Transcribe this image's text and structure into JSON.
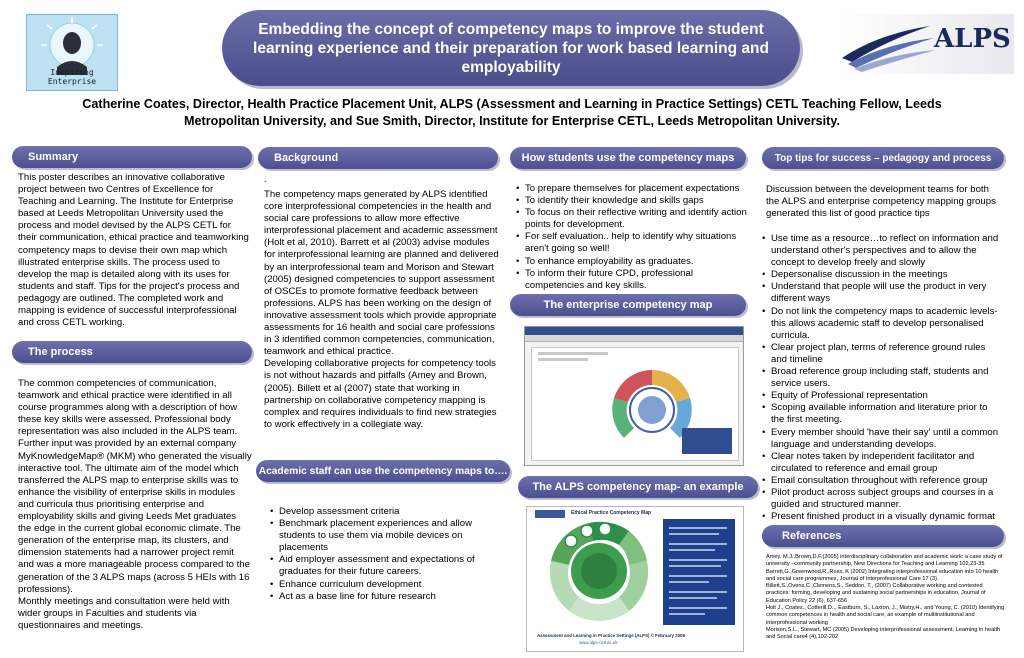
{
  "header": {
    "logo_caption": "Inspiring Enterprise",
    "title": "Embedding the concept of competency maps to improve the student learning experience and their preparation for work based learning and employability",
    "alps_logo_text": "ALPS",
    "authors": "Catherine Coates, Director, Health Practice Placement Unit, ALPS (Assessment and Learning in Practice Settings) CETL Teaching Fellow, Leeds Metropolitan University, and Sue Smith, Director, Institute for Enterprise CETL, Leeds Metropolitan University."
  },
  "summary": {
    "heading": "Summary",
    "text": "This poster describes an innovative collaborative project between two Centres of Excellence for Teaching and Learning. The Institute for Enterprise based at Leeds Metropolitan University used the process and model devised by the ALPS CETL for their communication, ethical practice and teamworking competency maps to devise their own map which illustrated enterprise skills. The process used to develop the map is detailed along with its uses for students and staff. Tips for the project's process and pedagogy are outlined. The completed work and mapping is evidence of successful interprofessional and cross CETL working."
  },
  "process": {
    "heading": "The process",
    "text": "The common competencies of communication, teamwork and ethical practice were identified in all course programmes along with a description of how these key skills were assessed. Professional body representation was also included in the ALPS team. Further input was provided by an external company MyKnowledgeMap® (MKM) who generated the visually interactive tool. The ultimate aim of the model which transferred the ALPS map to enterprise skills was to enhance the visibility of enterprise skills in modules and curricula thus prioritising enterprise and employability skills and giving Leeds Met graduates the edge in the current global economic climate. The generation of the enterprise map, its clusters, and dimension statements had a narrower project remit and was a more manageable process compared to the generation of  the 3 ALPS maps (across 5 HEIs with 16 professions).",
    "text2": "Monthly meetings and consultation were held with wider groups in Faculties and students via questionnaires and meetings."
  },
  "background": {
    "heading": "Background",
    "dot": ".",
    "text": "The competency maps generated by ALPS identified core interprofessional competencies in the health and social care professions to allow more effective interprofessional placement and academic assessment (Holt et al, 2010). Barrett et al (2003) advise modules for interprofessional learning are planned and delivered by an interprofessional team and Morison and Stewart (2005) designed competencies to support assessment of OSCEs to promote formative feedback between professions. ALPS has been working on the design of innovative assessment tools which provide appropriate assessments for 16 health and social care professions in 3 identified common competencies, communication, teamwork and ethical practice.",
    "text2": " Developing collaborative projects for competency tools is not without hazards and pitfalls (Amey and Brown, (2005). Billett et al (2007) state that working in partnership on collaborative competency mapping is complex and requires individuals to find new strategies to work effectively in a collegiate way."
  },
  "academic": {
    "heading": "Academic staff can use the competency maps to….",
    "items": [
      "Develop assessment criteria",
      "Benchmark placement experiences and allow students to use them via mobile devices on placements",
      "Aid employer assessment and expectations of graduates for their future careers.",
      "Enhance curriculum development",
      "Act as a base line for future research"
    ]
  },
  "students": {
    "heading": "How students use the competency maps",
    "items": [
      "To prepare themselves for placement expectations",
      "To identify their  knowledge and skills gaps",
      "To focus on their reflective writing and identify action points for development.",
      "For self evaluation.. help to identify why situations aren't going so well!",
      "To enhance employability as graduates.",
      "To inform their future CPD, professional competencies and key skills."
    ]
  },
  "enterprise_map": {
    "heading": "The enterprise competency map"
  },
  "alps_map": {
    "heading": "The ALPS competency map- an example",
    "panel_title": "Ethical Practice Competency Map",
    "footer": "Assessment and Learning in Practice Settings (ALPS) © February 2008",
    "footer2": "www.alps-cetl.ac.uk"
  },
  "tips": {
    "heading": "Top tips for success – pedagogy and process",
    "intro": "Discussion between the development teams for both the ALPS and enterprise competency mapping groups generated this list of good practice tips",
    "items": [
      "Use time as a resource…to reflect on information and understand other's perspectives and to allow the concept to develop freely and slowly",
      "Depersonalise discussion in the meetings",
      "Understand that people will use the product in very different ways",
      "Do not link the competency maps to academic levels- this allows academic staff to develop personalised curricula.",
      "Clear project plan, terms of reference ground rules and timeline",
      "Broad reference group including staff, students and service users.",
      "Equity of Professional representation",
      "Scoping available information  and literature prior to the first meeting.",
      "Every member should  'have their say' until a common language and understanding develops.",
      "Clear notes taken by independent facilitator and circulated to reference and email group",
      "Email consultation throughout with reference group",
      "Pilot product across subject groups and courses in a guided and structured manner.",
      "Present finished product in a visually dynamic format"
    ]
  },
  "references": {
    "heading": "References",
    "items": [
      "Amey, M.J.,Brown,D.F.(2005) interdisciplinary collaboration and academic work: a case study of university –community partnership, New Directions for Teaching and Learning 102,23-35",
      "Barrett,G.,Greenwood,R.,Ross, K (2002) Integrating interprofessional education into 10 health and social care programmes, Journal of Interprofessional Care 17 (3).",
      "Billett,S.,Ovens,C.,Clemens,S., Seddon, T., (2007) Collaborative working and contested practices: forming, developing and sustaining social partnerships in education, Journal of Education Policy 22 (6), 637-656",
      "Holt J., Coates., Cotterill,D.., Eastburn, S., Laxton, J., Mistry,H., and Young, C. (2010) Identifying common competences in health and social care; an example of multiinstitutional and interprofessional working",
      "Morison,S.L., Stewart, MC (2005) Developing interprofessional assessment, Learning in health and Social care4 (4),192-202"
    ]
  }
}
